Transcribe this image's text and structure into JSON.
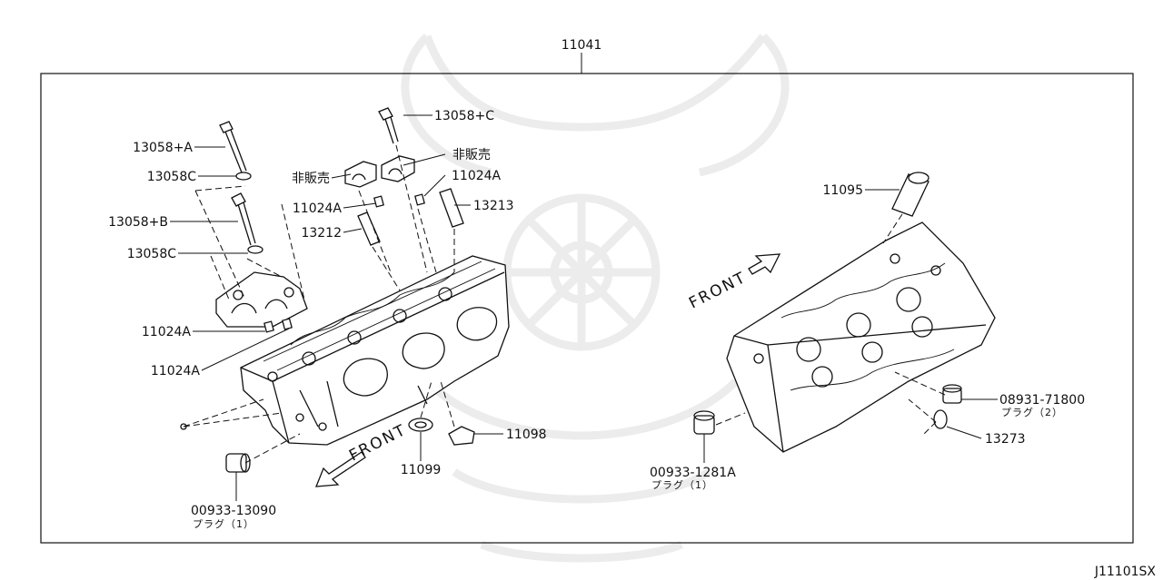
{
  "diagram": {
    "top_part": "11041",
    "ref_code": "J11101SX",
    "front_label_left": "FRONT",
    "front_label_right": "FRONT",
    "parts": {
      "bolt_a": "13058+A",
      "washer_1": "13058C",
      "bolt_b": "13058+B",
      "washer_2": "13058C",
      "bolt_c": "13058+C",
      "not_sold_right": "非販売",
      "not_sold_left": "非販売",
      "dowel_upper_right": "11024A",
      "dowel_upper_left": "11024A",
      "tube_13213": "13213",
      "tube_13212": "13212",
      "dowel_mid": "11024A",
      "dowel_low": "11024A",
      "seal_11098": "11098",
      "seal_11099": "11099",
      "plug_left": "00933-13090",
      "plug_left_sub": "プラグ（1）",
      "tube_11095": "11095",
      "plug_right_top": "08931-71800",
      "plug_right_top_sub": "プラグ（2）",
      "washer_13273": "13273",
      "plug_right": "00933-1281A",
      "plug_right_sub": "プラグ（1）"
    }
  }
}
